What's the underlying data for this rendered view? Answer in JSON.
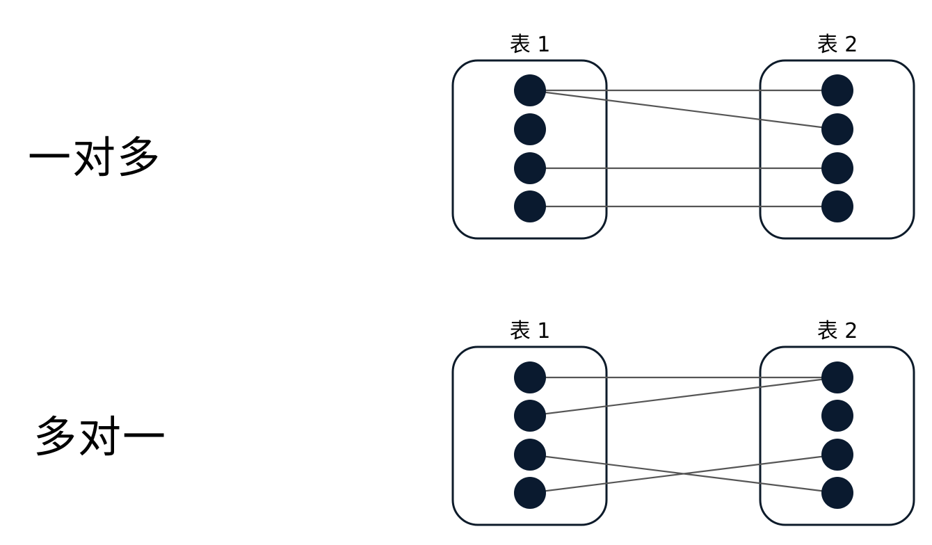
{
  "colors": {
    "box_stroke": "#0d1b2a",
    "dot_fill": "#0a1a2f",
    "line": "#555555",
    "background": "#ffffff"
  },
  "diagrams": [
    {
      "label": "一对多",
      "left_table": {
        "caption": "表 1"
      },
      "right_table": {
        "caption": "表 2"
      },
      "records_per_table": 4,
      "connections": [
        [
          0,
          0
        ],
        [
          0,
          1
        ],
        [
          2,
          2
        ],
        [
          3,
          3
        ]
      ]
    },
    {
      "label": "多对一",
      "left_table": {
        "caption": "表 1"
      },
      "right_table": {
        "caption": "表 2"
      },
      "records_per_table": 4,
      "connections": [
        [
          0,
          0
        ],
        [
          1,
          0
        ],
        [
          2,
          3
        ],
        [
          3,
          2
        ]
      ]
    }
  ]
}
